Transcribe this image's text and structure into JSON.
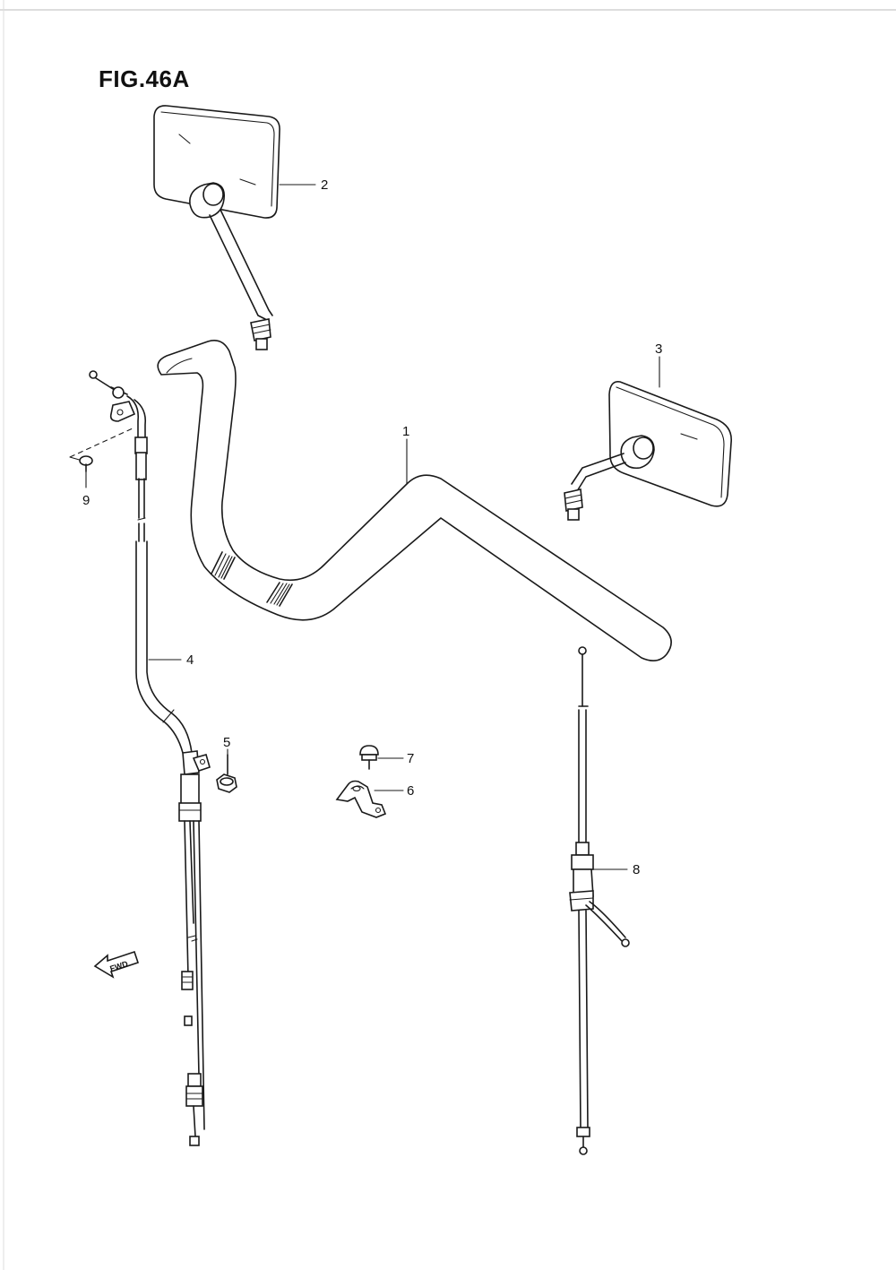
{
  "figure": {
    "title": "FIG.46A",
    "fwd_label": "FWD"
  },
  "callouts": [
    {
      "id": "1",
      "label": "1"
    },
    {
      "id": "2",
      "label": "2"
    },
    {
      "id": "3",
      "label": "3"
    },
    {
      "id": "4",
      "label": "4"
    },
    {
      "id": "5",
      "label": "5"
    },
    {
      "id": "6",
      "label": "6"
    },
    {
      "id": "7",
      "label": "7"
    },
    {
      "id": "8",
      "label": "8"
    },
    {
      "id": "9",
      "label": "9"
    }
  ]
}
